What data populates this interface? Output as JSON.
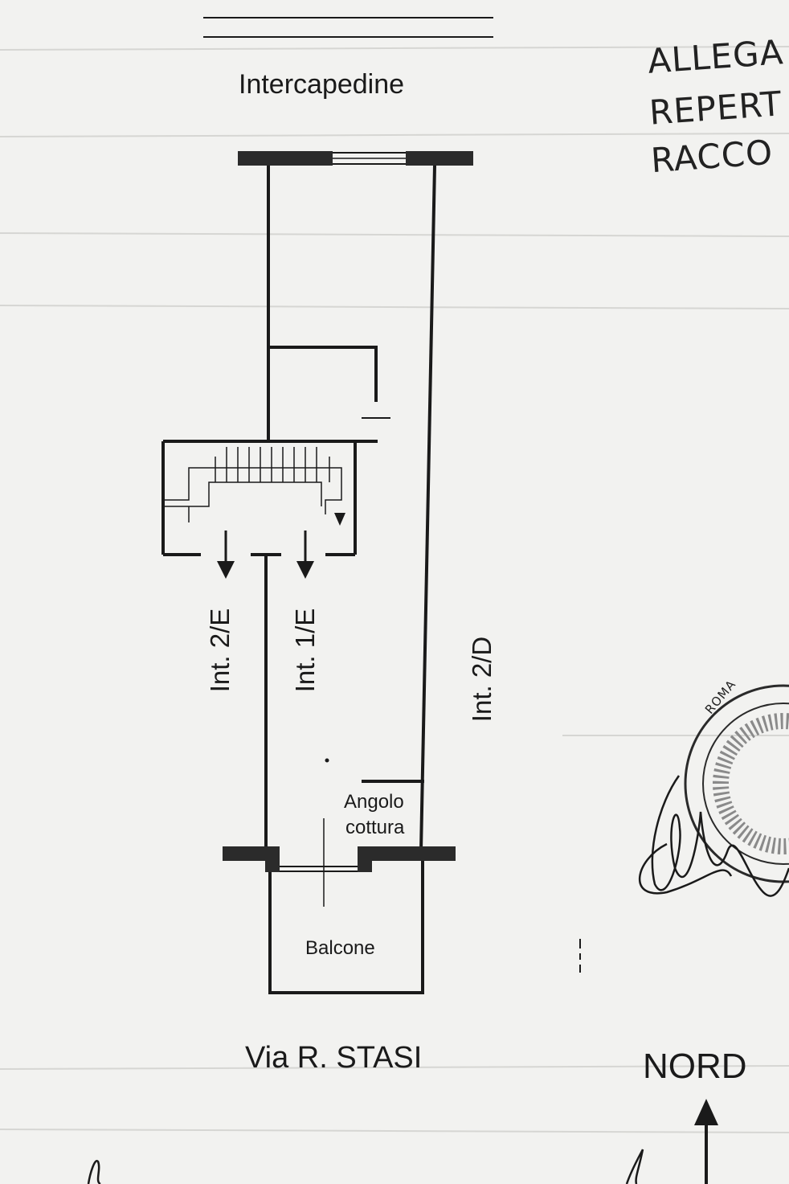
{
  "labels": {
    "intercapedine": "Intercapedine",
    "int_2e": "Int. 2/E",
    "int_1e": "Int. 1/E",
    "int_2d": "Int. 2/D",
    "angolo": "Angolo",
    "cottura": "cottura",
    "balcone": "Balcone",
    "street": "Via R. STASI",
    "north": "NORD"
  },
  "stamp": {
    "line1": "ALLEGA",
    "line2": "REPERT",
    "line3": "RACCO"
  },
  "seal": {
    "text": "ROMA"
  },
  "colors": {
    "paper": "#f2f2f0",
    "ink": "#1a1a1a",
    "wall_fill": "#2b2b2b"
  }
}
